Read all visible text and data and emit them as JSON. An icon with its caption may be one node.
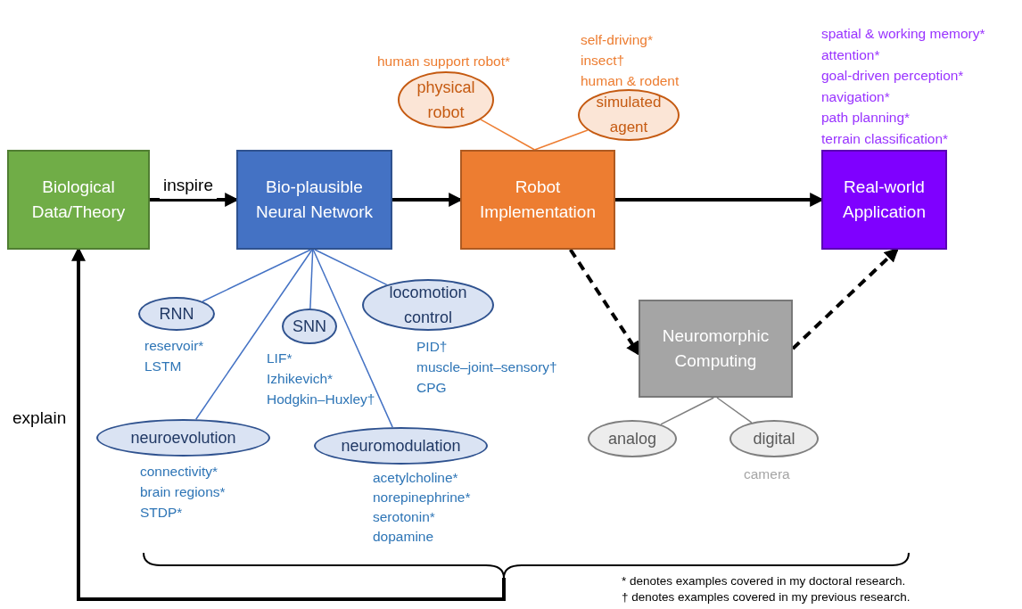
{
  "diagram": {
    "nodes": [
      {
        "text": [
          "Biological Data/Theory"
        ]
      },
      {
        "text": [
          "Bio-plausible Neural Network"
        ]
      },
      {
        "text": [
          "Robot Implementation"
        ]
      },
      {
        "text": [
          "Real-world Application"
        ],
        "beside": [
          "spatial & working memory*",
          "attention*",
          "goal-driven perception*",
          "navigation*",
          "path planning*",
          "terrain classification*"
        ]
      },
      {
        "text": [
          "physical robot"
        ],
        "beside": [
          "human support robot*"
        ]
      },
      {
        "text": [
          "simulated agent"
        ],
        "beside": [
          "self-driving*",
          "insect†",
          "human & rodent"
        ]
      },
      {
        "text": [
          "Neuromorphic Computing"
        ]
      },
      {
        "text": [
          "RNN"
        ],
        "beside": [
          "reservoir*",
          "LSTM"
        ]
      },
      {
        "text": [
          "SNN"
        ],
        "beside": [
          "LIF*",
          "Izhikevich*",
          "Hodgkin–Huxley†"
        ]
      },
      {
        "text": [
          "locomotion control"
        ],
        "beside": [
          "PID†",
          "muscle–joint–sensory†",
          "CPG"
        ]
      },
      {
        "text": [
          "neuroevolution"
        ],
        "beside": [
          "connectivity*",
          "brain regions*",
          "STDP*"
        ]
      },
      {
        "text": [
          "neuromodulation"
        ],
        "beside": [
          "acetylcholine*",
          "norepinephrine*",
          "serotonin*",
          "dopamine"
        ]
      },
      {
        "text": [
          "analog"
        ]
      },
      {
        "text": [
          "digital"
        ],
        "beside": [
          "camera"
        ]
      },
      {
        "text": [],
        "shape": "brace"
      }
    ],
    "edges": [
      {
        "from": 0,
        "to": 1,
        "arrow": "to",
        "label": "inspire",
        "style": "thick"
      },
      {
        "from": 1,
        "to": 2,
        "arrow": "to",
        "style": "thick"
      },
      {
        "from": 2,
        "to": 3,
        "arrow": "to",
        "style": "thick"
      },
      {
        "from": 2,
        "to": 6,
        "arrow": "to",
        "style": "dashed"
      },
      {
        "from": 6,
        "to": 3,
        "arrow": "to",
        "style": "dashed"
      },
      {
        "from": 2,
        "to": 4,
        "arrow": "none",
        "color": "#ed7d31"
      },
      {
        "from": 2,
        "to": 5,
        "arrow": "none",
        "color": "#ed7d31"
      },
      {
        "from": 1,
        "to": 7,
        "arrow": "none",
        "color": "#4472c4"
      },
      {
        "from": 1,
        "to": 8,
        "arrow": "none",
        "color": "#4472c4"
      },
      {
        "from": 1,
        "to": 9,
        "arrow": "none",
        "color": "#4472c4"
      },
      {
        "from": 1,
        "to": 10,
        "arrow": "none",
        "color": "#4472c4"
      },
      {
        "from": 1,
        "to": 11,
        "arrow": "none",
        "color": "#4472c4"
      },
      {
        "from": 6,
        "to": 12,
        "arrow": "none",
        "color": "#7f7f7f"
      },
      {
        "from": 6,
        "to": 13,
        "arrow": "none",
        "color": "#7f7f7f"
      },
      {
        "from": 14,
        "to": 0,
        "arrow": "to",
        "label": "explain",
        "style": "thick"
      }
    ],
    "labels": [
      "* denotes examples covered in my doctoral research.",
      "† denotes examples covered in my previous research."
    ]
  }
}
